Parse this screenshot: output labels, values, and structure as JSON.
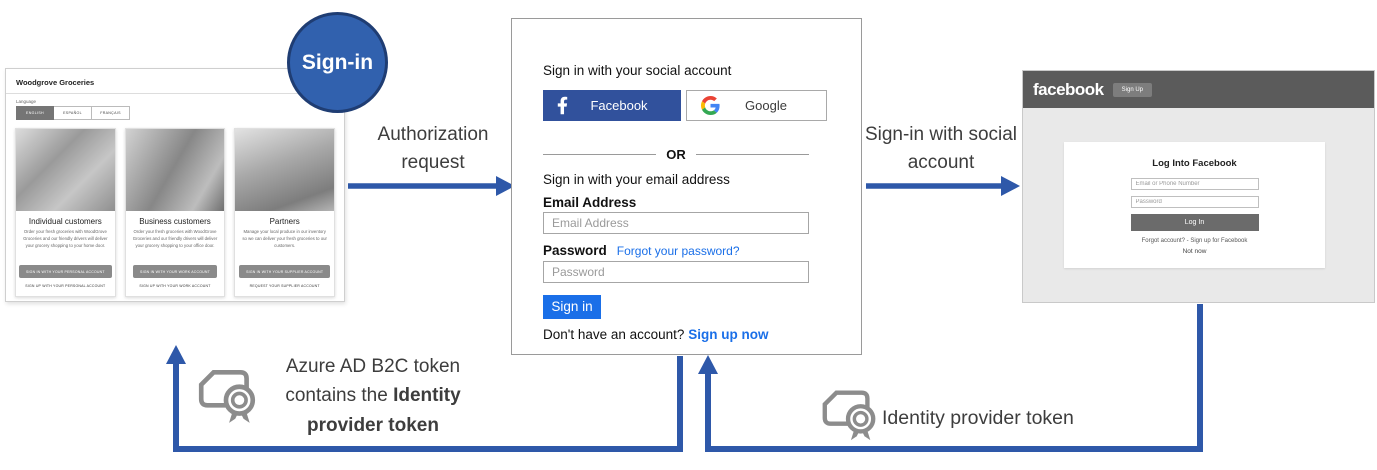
{
  "colors": {
    "arrow_blue": "#2e58a9",
    "circle_fill": "#3161ae",
    "circle_border": "#1f3d73",
    "facebook_btn": "#31519c",
    "signin_btn": "#1a6fe8",
    "link_blue": "#1a6fe8",
    "fb_header": "#5b5b5b",
    "fb_login_btn": "#6b6b6b",
    "icon_gray": "#8c8c8c",
    "label_text": "#3d3d3d"
  },
  "flow": {
    "sign_in_badge": "Sign-in",
    "authorization_request": "Authorization request",
    "sign_in_with_social": "Sign-in with social account",
    "azure_token": {
      "normal": "Azure AD B2C token contains the",
      "bold": "Identity provider token"
    },
    "identity_provider_token": "Identity provider token"
  },
  "woodgrove": {
    "title": "Woodgrove Groceries",
    "language_label": "Language",
    "languages": [
      "ENGLISH",
      "ESPAÑOL",
      "FRANÇAIS"
    ],
    "cards": [
      {
        "title": "Individual customers",
        "description": "Order your fresh groceries with WoodGrove Groceries and our friendly drivers will deliver your grocery shopping to your home door.",
        "button": "SIGN IN WITH YOUR PERSONAL ACCOUNT",
        "link": "SIGN UP WITH YOUR PERSONAL ACCOUNT"
      },
      {
        "title": "Business customers",
        "description": "Order your fresh groceries with WoodGrove Groceries and our friendly drivers will deliver your grocery shopping to your office door.",
        "button": "SIGN IN WITH YOUR WORK ACCOUNT",
        "link": "SIGN UP WITH YOUR WORK ACCOUNT"
      },
      {
        "title": "Partners",
        "description": "Manage your local produce in our inventory so we can deliver your fresh groceries to our customers.",
        "button": "SIGN IN WITH YOUR SUPPLIER ACCOUNT",
        "link": "REQUEST YOUR SUPPLIER ACCOUNT"
      }
    ]
  },
  "b2c": {
    "social_heading": "Sign in with your social account",
    "facebook_button": "Facebook",
    "google_button": "Google",
    "divider": "OR",
    "email_heading": "Sign in with your email address",
    "email_label": "Email Address",
    "email_placeholder": "Email Address",
    "password_label": "Password",
    "forgot_link": "Forgot your password?",
    "password_placeholder": "Password",
    "sign_in_button": "Sign in",
    "signup_text": "Don't have an account?",
    "signup_link": "Sign up now"
  },
  "facebook_page": {
    "logo": "facebook",
    "sign_up_button": "Sign Up",
    "card_title": "Log Into Facebook",
    "email_placeholder": "Email or Phone Number",
    "password_placeholder": "Password",
    "login_button": "Log In",
    "forgot_row": "Forgot account? - Sign up for Facebook",
    "not_now": "Not now"
  }
}
